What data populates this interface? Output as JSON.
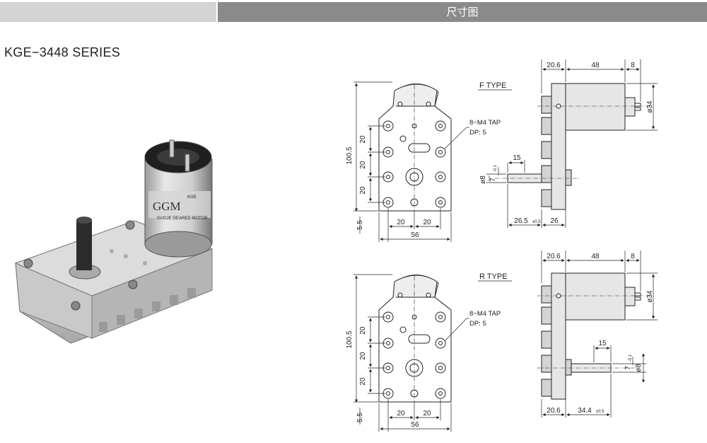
{
  "header": {
    "title": "尺寸图"
  },
  "series_title": "KGE−3448  SERIES",
  "photo": {
    "label_kge": "KGE",
    "label_brand": "GGM",
    "label_sub": "GUGJE GEARED MOTOR"
  },
  "f_type": {
    "title": "F  TYPE",
    "tap_label_1": "8−M4 TAP",
    "tap_label_2": "DP: 5",
    "dim_height": "100.5",
    "dim_pitch_1": "20",
    "dim_pitch_2": "20",
    "dim_pitch_3": "20",
    "dim_bottom": "5.5",
    "dim_bw_1": "20",
    "dim_bw_2": "20",
    "dim_width": "56",
    "dim_top_1": "20.6",
    "dim_top_2": "48",
    "dim_top_3": "8",
    "dim_dia34": "ø34",
    "dim_shaft_len": "15",
    "dim_dia8": "ø8",
    "dim_flat": "7",
    "dim_flat_tol": "-0.1",
    "dim_base_1": "26.5",
    "dim_base_1_tol": "±0.5",
    "dim_base_2": "26"
  },
  "r_type": {
    "title": "R  TYPE",
    "tap_label_1": "8−M4 TAP",
    "tap_label_2": "DP: 5",
    "dim_height": "100.5",
    "dim_pitch_1": "20",
    "dim_pitch_2": "20",
    "dim_pitch_3": "20",
    "dim_bottom": "5.5",
    "dim_bw_1": "20",
    "dim_bw_2": "20",
    "dim_width": "56",
    "dim_top_1": "20.6",
    "dim_top_2": "48",
    "dim_top_3": "8",
    "dim_dia34": "ø34",
    "dim_shaft_len": "15",
    "dim_dia8": "ø8",
    "dim_flat": "7",
    "dim_flat_tol": "-0.1",
    "dim_base_1": "20.6",
    "dim_base_2": "34.4",
    "dim_base_2_tol": "±0.5"
  }
}
